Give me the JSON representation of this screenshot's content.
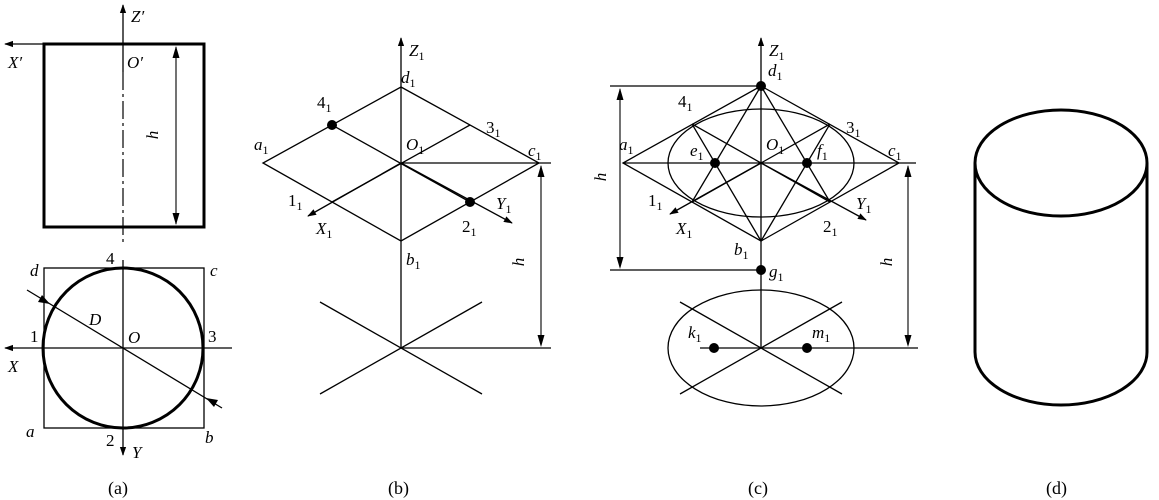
{
  "figure": {
    "a": {
      "caption": "(a)",
      "front_view": {
        "z_axis": "Z′",
        "x_axis": "X′",
        "origin": "O′",
        "height": "h"
      },
      "top_view": {
        "corner_d": "d",
        "corner_c": "c",
        "corner_a": "a",
        "corner_b": "b",
        "point_4": "4",
        "point_1": "1",
        "point_3": "3",
        "point_2": "2",
        "diameter": "D",
        "origin": "O",
        "x_axis": "X",
        "y_axis": "Y"
      }
    },
    "b": {
      "caption": "(b)",
      "z_axis": {
        "base": "Z",
        "sub": "1"
      },
      "d1": {
        "base": "d",
        "sub": "1"
      },
      "p4": {
        "base": "4",
        "sub": "1"
      },
      "p3": {
        "base": "3",
        "sub": "1"
      },
      "a1": {
        "base": "a",
        "sub": "1"
      },
      "o1": {
        "base": "O",
        "sub": "1"
      },
      "c1": {
        "base": "c",
        "sub": "1"
      },
      "p1": {
        "base": "1",
        "sub": "1"
      },
      "p2": {
        "base": "2",
        "sub": "1"
      },
      "y_axis": {
        "base": "Y",
        "sub": "1"
      },
      "x_axis": {
        "base": "X",
        "sub": "1"
      },
      "b1": {
        "base": "b",
        "sub": "1"
      },
      "height": "h"
    },
    "c": {
      "caption": "(c)",
      "z_axis": {
        "base": "Z",
        "sub": "1"
      },
      "d1": {
        "base": "d",
        "sub": "1"
      },
      "p4": {
        "base": "4",
        "sub": "1"
      },
      "p3": {
        "base": "3",
        "sub": "1"
      },
      "a1": {
        "base": "a",
        "sub": "1"
      },
      "o1": {
        "base": "O",
        "sub": "1"
      },
      "c1": {
        "base": "c",
        "sub": "1"
      },
      "e1": {
        "base": "e",
        "sub": "1"
      },
      "f1": {
        "base": "f",
        "sub": "1"
      },
      "p1": {
        "base": "1",
        "sub": "1"
      },
      "p2": {
        "base": "2",
        "sub": "1"
      },
      "x_axis": {
        "base": "X",
        "sub": "1"
      },
      "y_axis": {
        "base": "Y",
        "sub": "1"
      },
      "b1": {
        "base": "b",
        "sub": "1"
      },
      "g1": {
        "base": "g",
        "sub": "1"
      },
      "k1": {
        "base": "k",
        "sub": "1"
      },
      "m1": {
        "base": "m",
        "sub": "1"
      },
      "height_left": "h",
      "height_right": "h"
    },
    "d": {
      "caption": "(d)"
    }
  }
}
